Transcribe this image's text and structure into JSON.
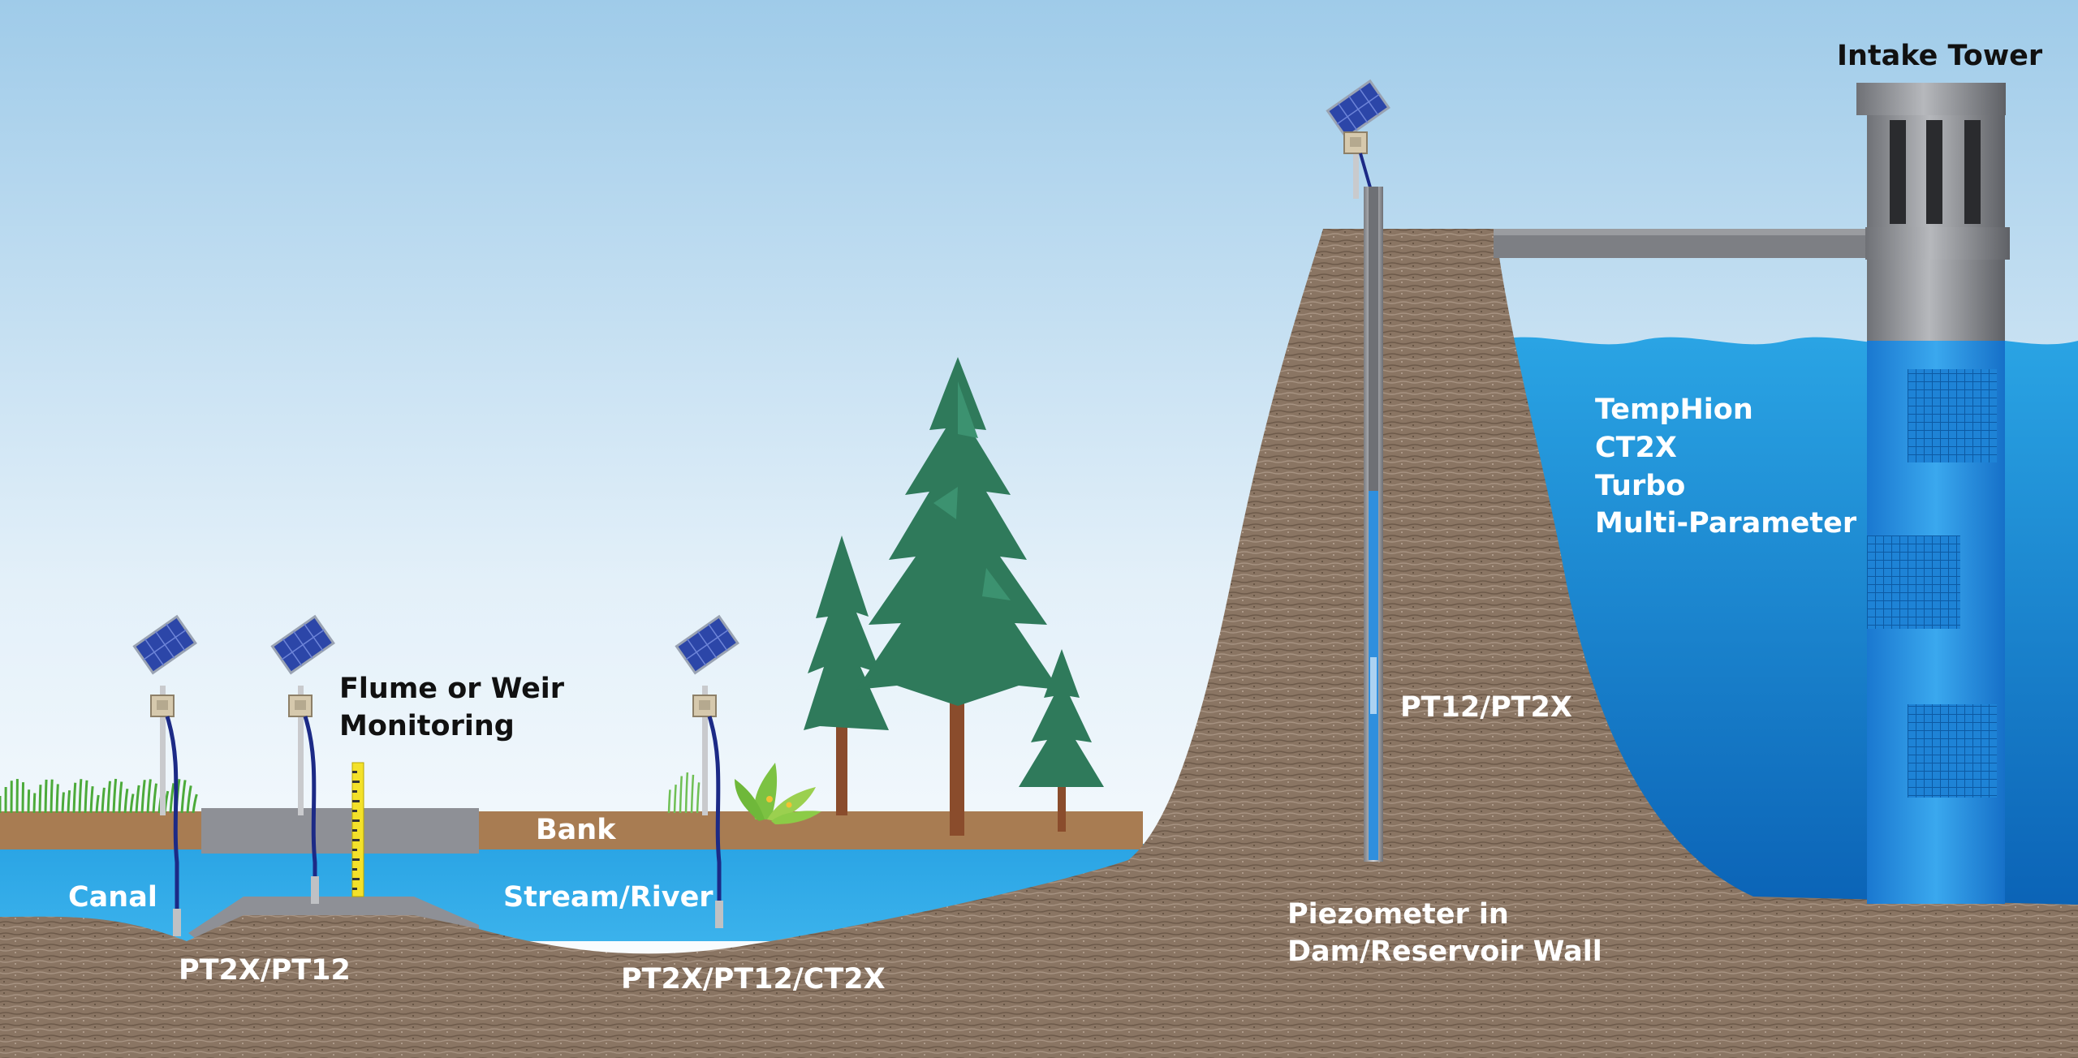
{
  "labels": {
    "intake_tower": "Intake Tower",
    "flume": [
      "Flume or Weir",
      "Monitoring"
    ],
    "bank": "Bank",
    "canal": "Canal",
    "stream_river": "Stream/River",
    "canal_sensor": "PT2X/PT12",
    "river_sensor": "PT2X/PT12/CT2X",
    "piezometer_sensor": "PT12/PT2X",
    "piezometer": [
      "Piezometer in",
      "Dam/Reservoir Wall"
    ],
    "reservoir_sensors": [
      "TempHion",
      "CT2X",
      "Turbo",
      "Multi-Parameter"
    ]
  },
  "colors": {
    "sky_top": "#9fcbe9",
    "sky_bottom": "#ffffff",
    "water": "#2aa4e4",
    "water_deep": "#0a5fb0",
    "earth": "#8a7563",
    "bank_soil": "#a87c52",
    "concrete": "#8e9096",
    "tree": "#2f7a5b",
    "trunk": "#8a4c2c",
    "panel": "#2c46a8",
    "cable": "#1c2a86",
    "staff_gauge": "#f3e12a",
    "label_light": "#ffffff",
    "label_dark": "#111111"
  },
  "icons": [
    "solar-panel-icon",
    "data-logger-icon",
    "staff-gauge-icon",
    "grass-icon",
    "shrub-icon",
    "pine-tree-icon",
    "intake-tower-icon"
  ]
}
